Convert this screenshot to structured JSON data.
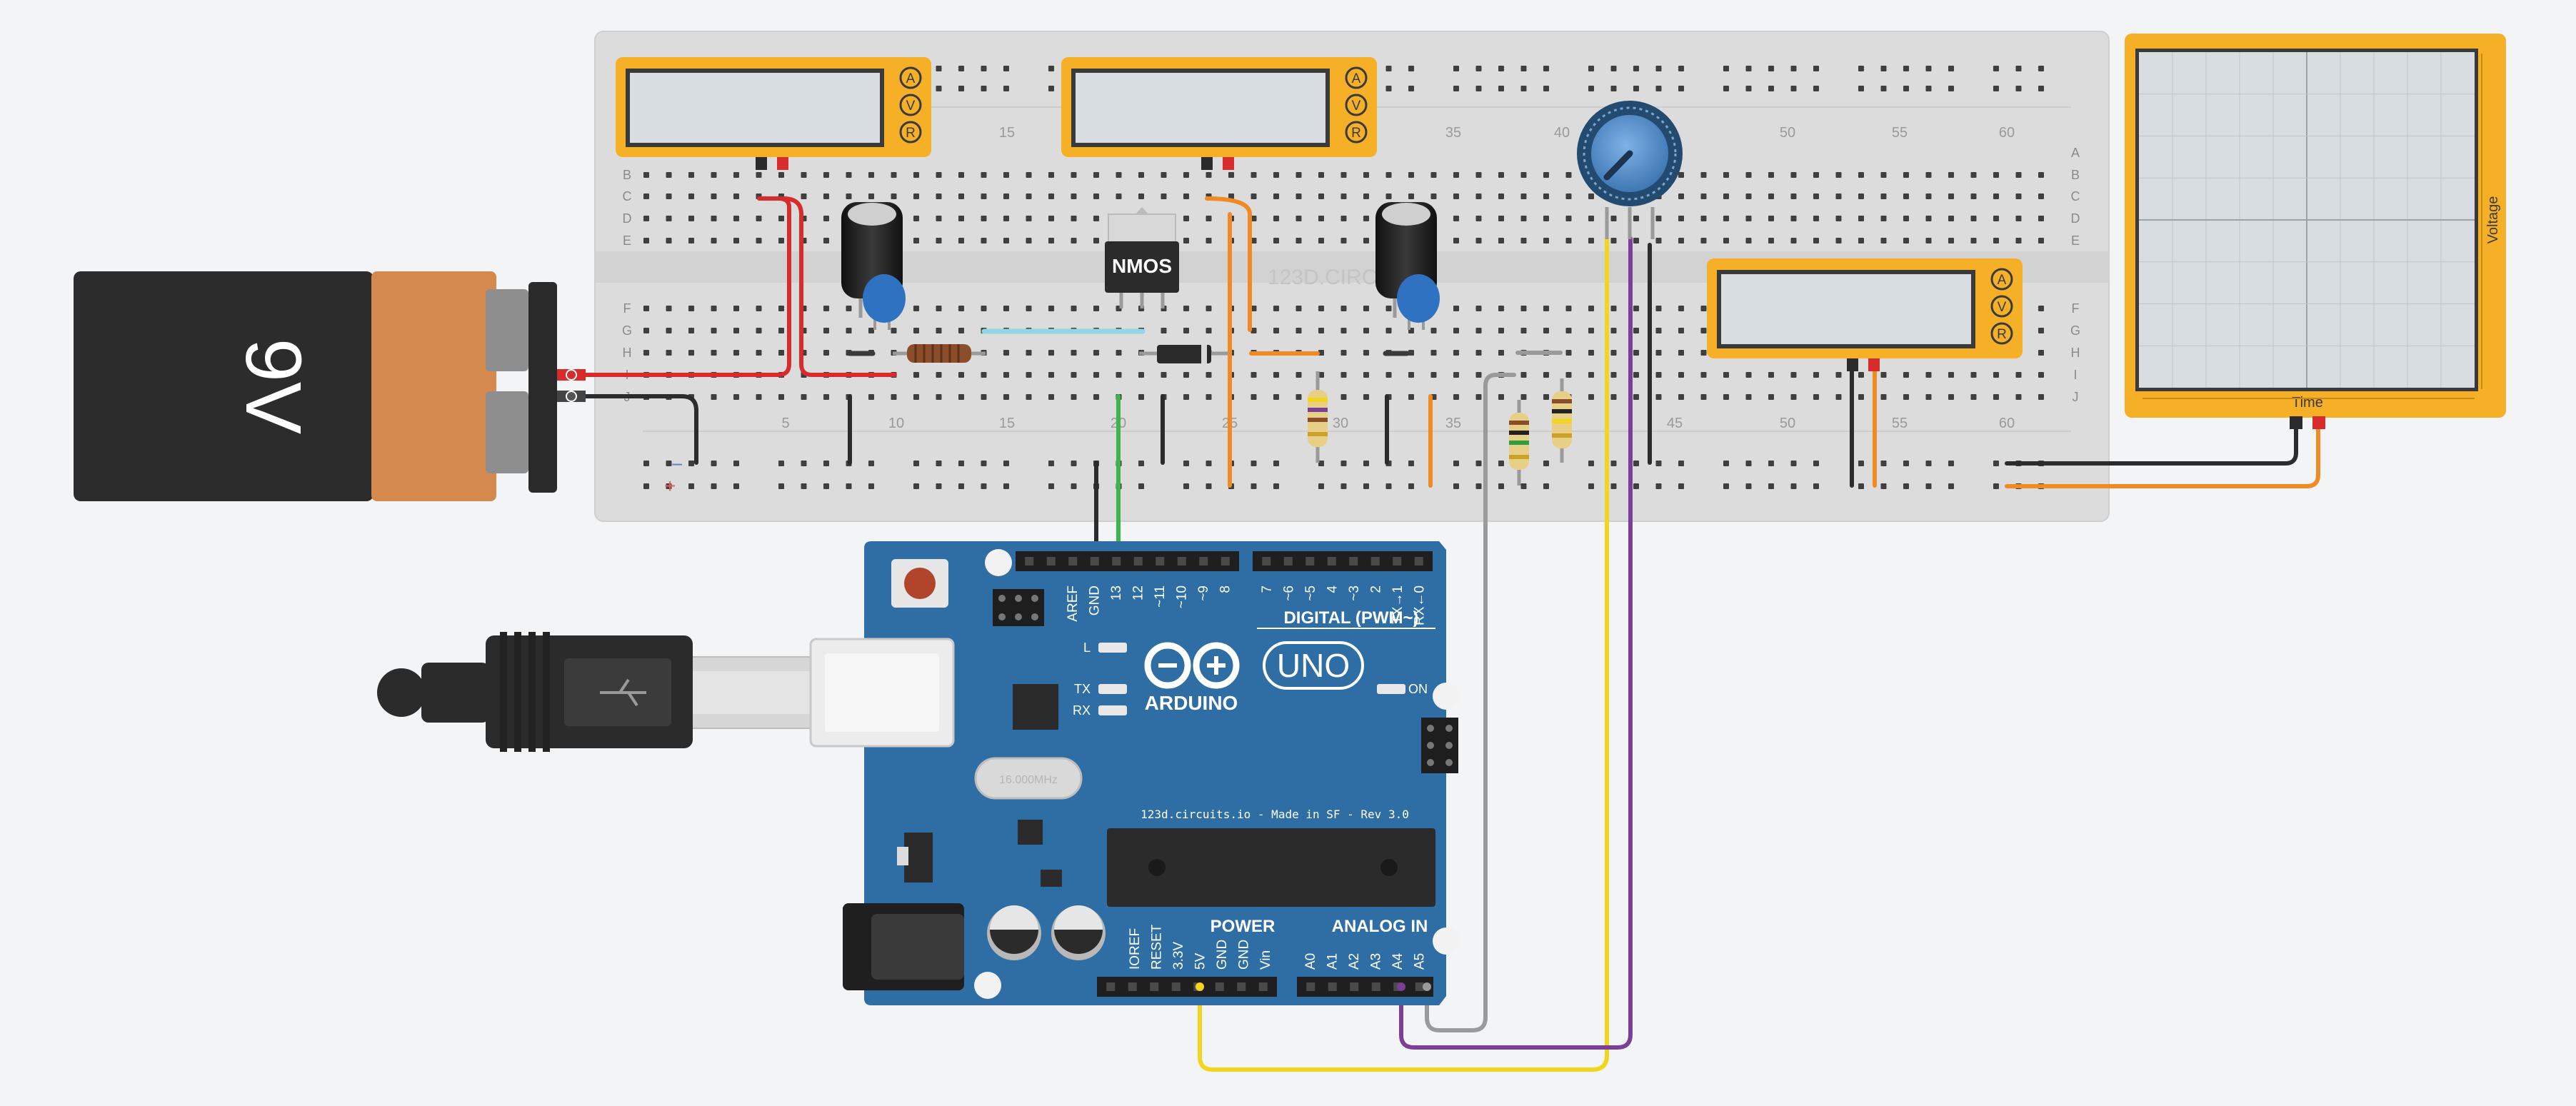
{
  "battery": {
    "label": "9V"
  },
  "breadboard": {
    "rows_top": [
      "A",
      "B",
      "C",
      "D",
      "E"
    ],
    "rows_bottom": [
      "F",
      "G",
      "H",
      "I",
      "J"
    ],
    "cols_top": [
      "15",
      "35",
      "40",
      "50",
      "55",
      "60"
    ],
    "cols_bottom": [
      "5",
      "10",
      "15",
      "20",
      "25",
      "30",
      "35",
      "45",
      "50",
      "55",
      "60"
    ],
    "rail_minus": "−",
    "rail_plus": "+",
    "watermark": "123D.CIRC"
  },
  "multimeter": {
    "mode_a": "A",
    "mode_v": "V",
    "mode_r": "R"
  },
  "mosfet": {
    "label": "NMOS"
  },
  "oscilloscope": {
    "x_label": "Time",
    "y_label": "Voltage"
  },
  "arduino": {
    "brand": "ARDUINO",
    "model": "UNO",
    "digital_header_label": "DIGITAL (PWM~)",
    "digital_pins": [
      "AREF",
      "GND",
      "13",
      "12",
      "~11",
      "~10",
      "~9",
      "8",
      "7",
      "~6",
      "~5",
      "4",
      "~3",
      "2",
      "TX→1",
      "RX←0"
    ],
    "led_l": "L",
    "led_tx": "TX",
    "led_rx": "RX",
    "led_on": "ON",
    "credit": "123d.circuits.io - Made in SF - Rev 3.0",
    "crystal": "16.000MHz",
    "power_header_label": "POWER",
    "power_pins": [
      "IOREF",
      "RESET",
      "3.3V",
      "5V",
      "GND",
      "GND",
      "Vin"
    ],
    "analog_header_label": "ANALOG IN",
    "analog_pins": [
      "A0",
      "A1",
      "A2",
      "A3",
      "A4",
      "A5"
    ]
  }
}
